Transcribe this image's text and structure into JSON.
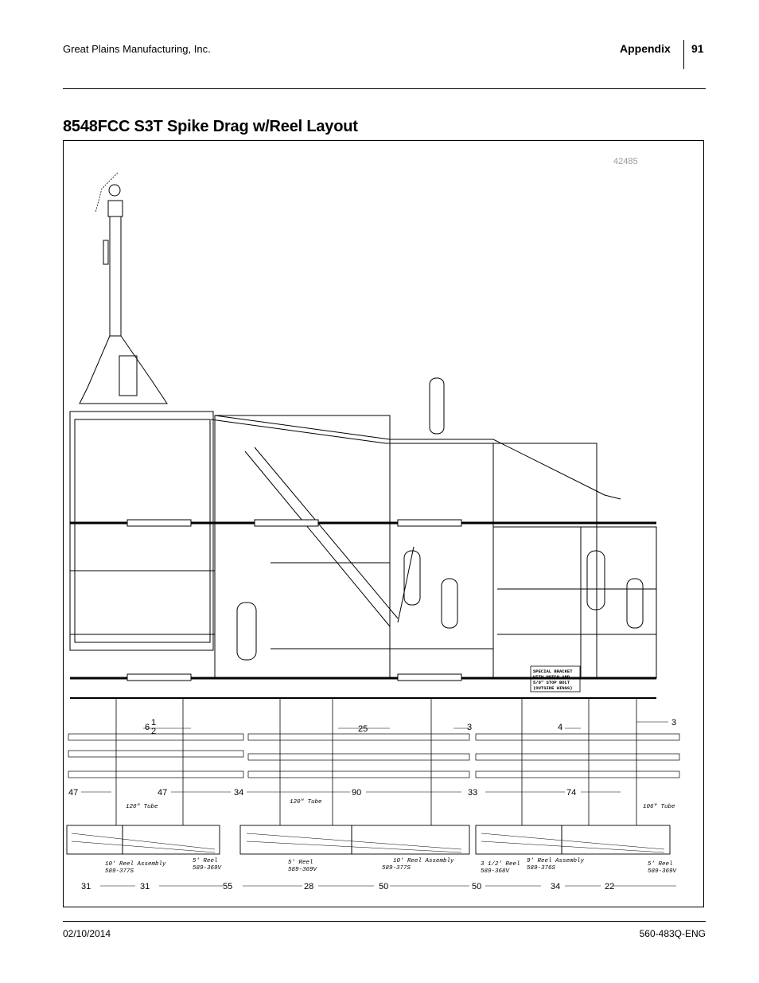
{
  "header": {
    "company": "Great Plains Manufacturing, Inc.",
    "section": "Appendix",
    "page_number": "91"
  },
  "title": "8548FCC S3T Spike Drag w/Reel Layout",
  "figure": {
    "figure_number": "42485",
    "dimensions_upper": {
      "d1": "6",
      "d2": "25",
      "d3": "3",
      "d4": "4",
      "d5": "3"
    },
    "dimensions_middle": {
      "m1": "47",
      "m2": "47",
      "m3": "34",
      "m4": "90",
      "m5": "33",
      "m6": "74"
    },
    "tube_labels": {
      "t1": "120\" Tube",
      "t2": "120\" Tube",
      "t3": "106\" Tube"
    },
    "reel_labels": {
      "r1a": "10' Reel Assembly",
      "r1b": "589-377S",
      "r2a": "5' Reel",
      "r2b": "589-369V",
      "r3a": "5' Reel",
      "r3b": "589-369V",
      "r4a": "10' Reel Assembly",
      "r4b": "589-377S",
      "r5a": "3 1/2' Reel",
      "r5b": "589-368V",
      "r6a": "9' Reel Assembly",
      "r6b": "589-376S",
      "r7a": "5' Reel",
      "r7b": "589-369V"
    },
    "special_bracket": {
      "l1": "SPECIAL BRACKET",
      "l2": "WITH NOTCH AND",
      "l3": "5/8\" STOP BOLT",
      "l4": "(OUTSIDE WINGS)"
    },
    "dimensions_bottom": {
      "b1": "31",
      "b2": "31",
      "b3": "55",
      "b4": "28",
      "b5": "50",
      "b6": "50",
      "b7": "34",
      "b8": "22"
    },
    "fractions": {
      "num": "1",
      "den": "2"
    }
  },
  "footer": {
    "date": "02/10/2014",
    "doc_number": "560-483Q-ENG"
  }
}
